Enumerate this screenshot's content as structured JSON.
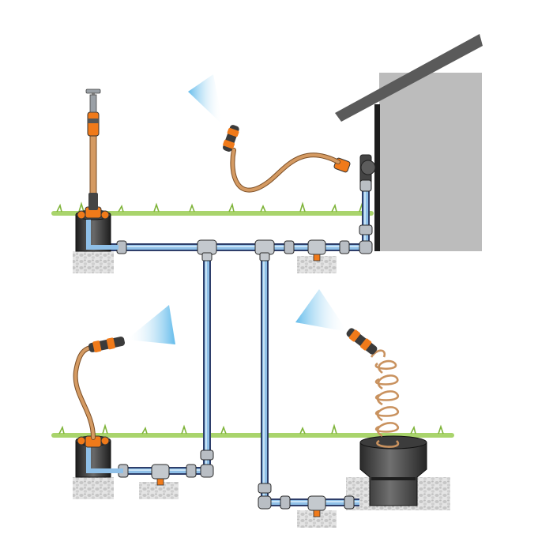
{
  "diagram": {
    "components": [
      {
        "name": "house"
      },
      {
        "name": "tap"
      },
      {
        "name": "upper-water-socket"
      },
      {
        "name": "lower-water-socket"
      },
      {
        "name": "hose-box"
      },
      {
        "name": "wall-connector"
      },
      {
        "name": "supply-pipe"
      },
      {
        "name": "spray-nozzle"
      },
      {
        "name": "coiled-hose"
      }
    ],
    "colors": {
      "pipe": "#8fc0e8",
      "pipe_outline": "#2e3e6a",
      "grass": "#8fc24b",
      "hose": "#d49a62",
      "fitting_orange": "#f07a1a",
      "fitting_dark": "#3b3b3b",
      "house_wall": "#bcbcbc",
      "roof": "#5a5a5a",
      "spray": "#8fd3f4",
      "gravel": "#d9d9d9"
    },
    "icons": [
      "tap-icon",
      "spray-icon",
      "t-junction-icon",
      "drip-icon"
    ]
  }
}
